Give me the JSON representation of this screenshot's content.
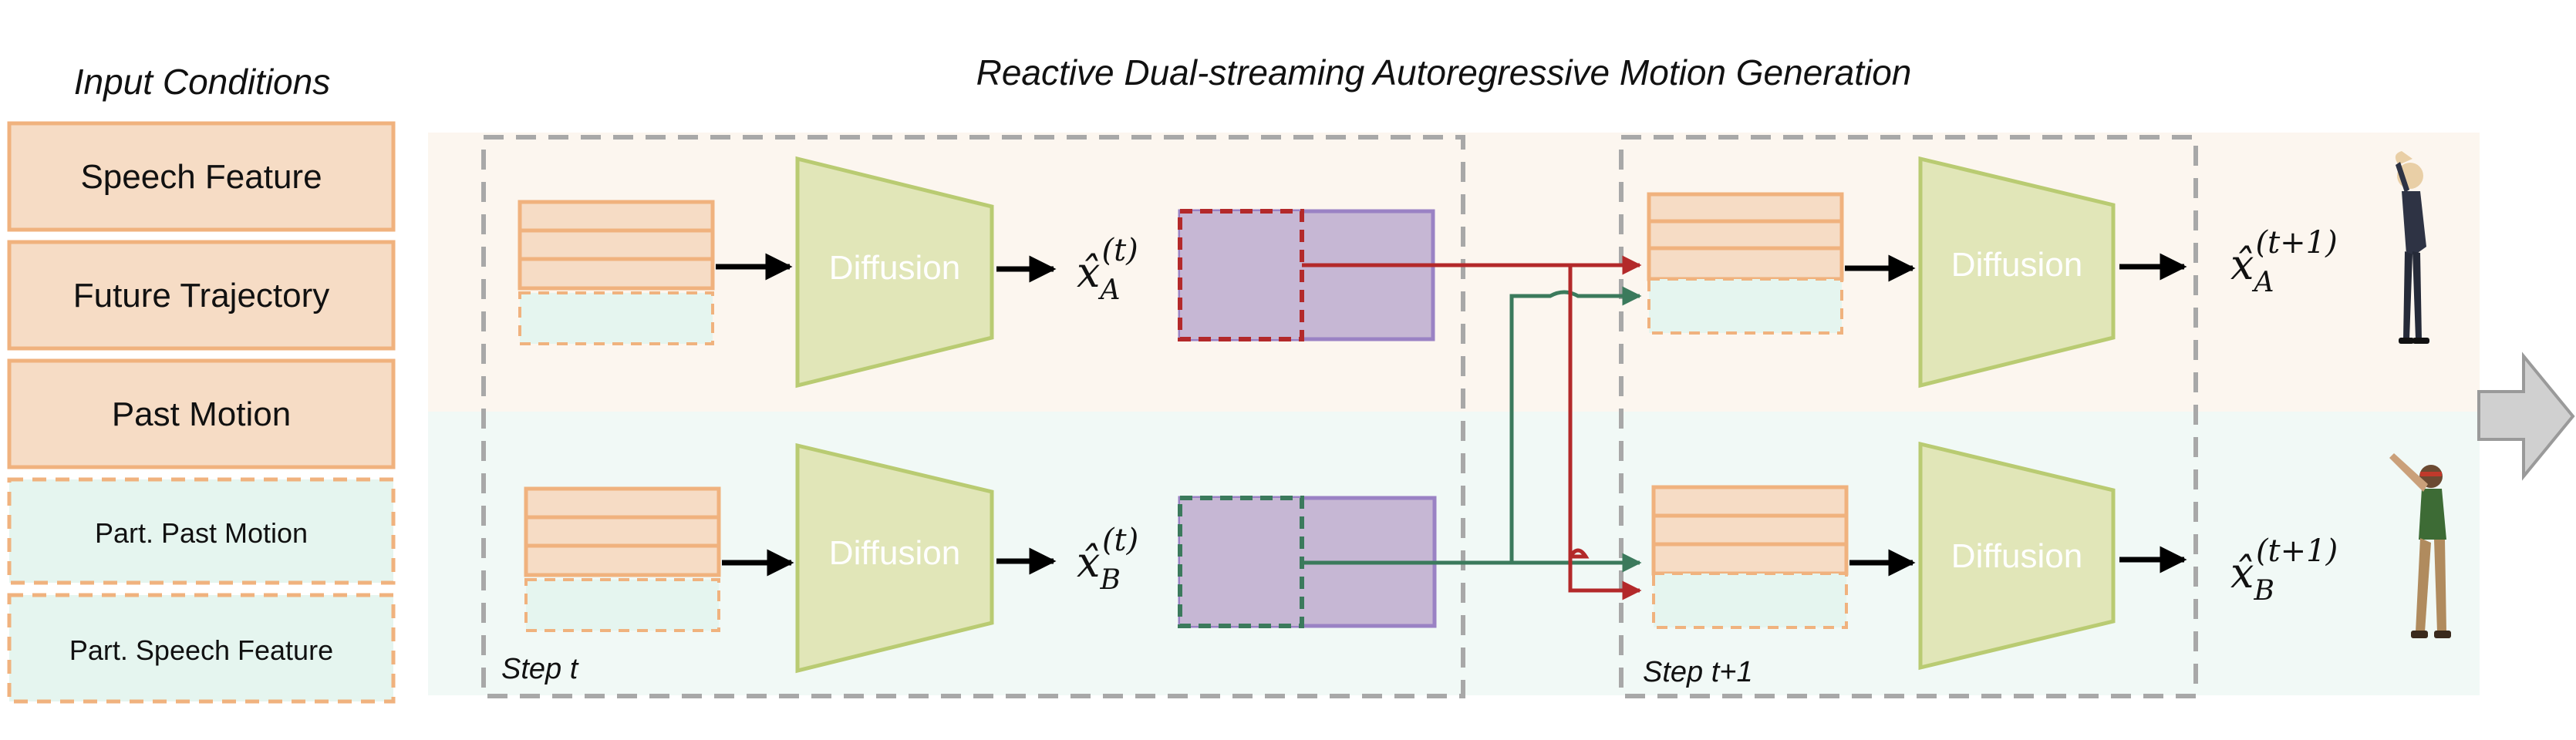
{
  "legend": {
    "title": "Input Conditions",
    "items": [
      {
        "label": "Speech Feature",
        "kind": "solid"
      },
      {
        "label": "Future Trajectory",
        "kind": "solid"
      },
      {
        "label": "Past Motion",
        "kind": "solid"
      },
      {
        "label": "Part. Past Motion",
        "kind": "dashed"
      },
      {
        "label": "Part. Speech Feature",
        "kind": "dashed"
      }
    ]
  },
  "title": "Reactive Dual-streaming Autoregressive Motion Generation",
  "step_t": {
    "label": "Step t",
    "diffusion_a": "Diffusion",
    "diffusion_b": "Diffusion",
    "output_a": {
      "symbol": "x̂",
      "sub": "A",
      "sup": "(t)"
    },
    "output_b": {
      "symbol": "x̂",
      "sub": "B",
      "sup": "(t)"
    }
  },
  "step_t1": {
    "label": "Step t+1",
    "diffusion_a": "Diffusion",
    "diffusion_b": "Diffusion",
    "output_a": {
      "symbol": "x̂",
      "sub": "A",
      "sup": "(t+1)"
    },
    "output_b": {
      "symbol": "x̂",
      "sub": "B",
      "sup": "(t+1)"
    }
  },
  "colors": {
    "orange_fill": "#f6dcc5",
    "orange_stroke": "#f0b27e",
    "mint_fill": "#e5f5ef",
    "band_a": "#fcf6ef",
    "band_b": "#f1f9f6",
    "diffusion_fill": "#e1e6b8",
    "diffusion_stroke": "#b9cb72",
    "purple_fill": "#c6b7d4",
    "purple_stroke": "#9a82c4",
    "red": "#b3292a",
    "green": "#3b7a5c",
    "dash_gray": "#a8a8a8",
    "next_arrow": "#d0d0d0"
  }
}
